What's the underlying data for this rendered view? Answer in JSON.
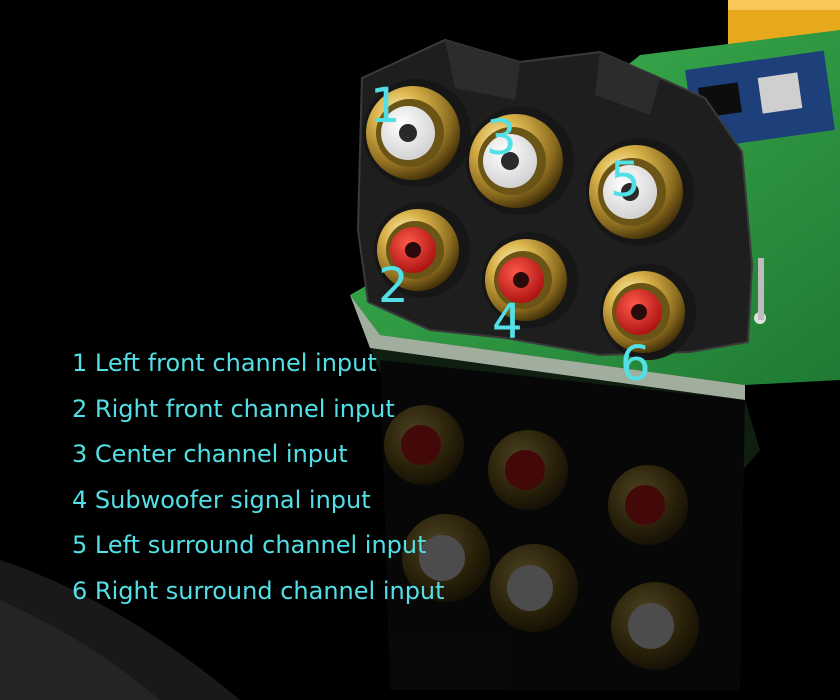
{
  "colors": {
    "label": "#52e0e6",
    "background": "#000000",
    "pcb_green": "#2e9a43",
    "connector_housing": "#1e1e1e",
    "gold": "#c9a33e",
    "white_insulator": "#f2f2f2",
    "red_insulator": "#d61d1d",
    "antenna_amber": "#e8a81c"
  },
  "port_numbers": {
    "p1": "1",
    "p2": "2",
    "p3": "3",
    "p4": "4",
    "p5": "5",
    "p6": "6"
  },
  "legend": [
    {
      "number": "1",
      "text": "Left front channel input"
    },
    {
      "number": "2",
      "text": "Right front channel input"
    },
    {
      "number": "3",
      "text": "Center channel input"
    },
    {
      "number": "4",
      "text": "Subwoofer signal input"
    },
    {
      "number": "5",
      "text": "Left surround channel input"
    },
    {
      "number": "6",
      "text": "Right surround channel input"
    }
  ]
}
